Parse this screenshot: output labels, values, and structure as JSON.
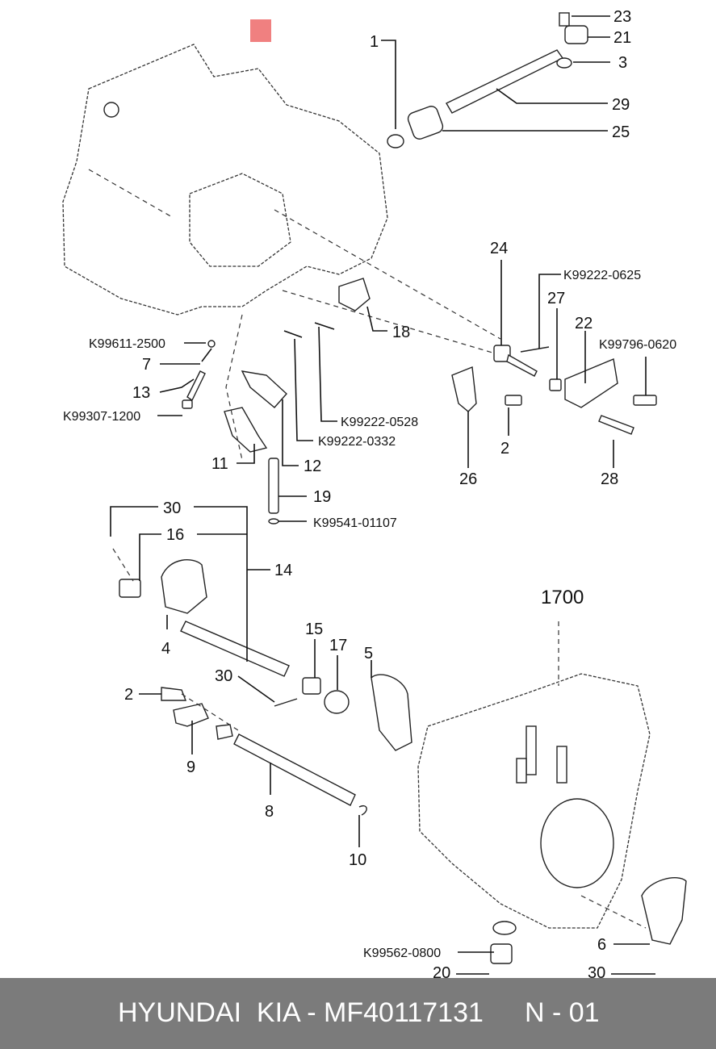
{
  "colors": {
    "footer_bg": "#7b7b7b",
    "footer_text": "#ffffff",
    "marker": "#f08080"
  },
  "footer": {
    "brand": "HYUNDAI  KIA - MF40117131",
    "page": "N - 01"
  },
  "callouts": {
    "c1": "1",
    "c23": "23",
    "c21": "21",
    "c3": "3",
    "c29": "29",
    "c25": "25",
    "c24": "24",
    "k0625": "K99222-0625",
    "c27": "27",
    "c22": "22",
    "k0620": "K99796-0620",
    "c18": "18",
    "k2500": "K99611-2500",
    "c7": "7",
    "c13": "13",
    "k1200": "K99307-1200",
    "k0528": "K99222-0528",
    "k0332": "K99222-0332",
    "c11": "11",
    "c12": "12",
    "c2a": "2",
    "c26": "26",
    "c28": "28",
    "c19": "19",
    "k01107": "K99541-01107",
    "c30a": "30",
    "c16": "16",
    "c14": "14",
    "c4": "4",
    "c1700": "1700",
    "c15": "15",
    "c17": "17",
    "c5": "5",
    "c30b": "30",
    "c2b": "2",
    "c9": "9",
    "c8": "8",
    "c10": "10",
    "k0800": "K99562-0800",
    "c6": "6",
    "c20": "20",
    "c30c": "30"
  }
}
